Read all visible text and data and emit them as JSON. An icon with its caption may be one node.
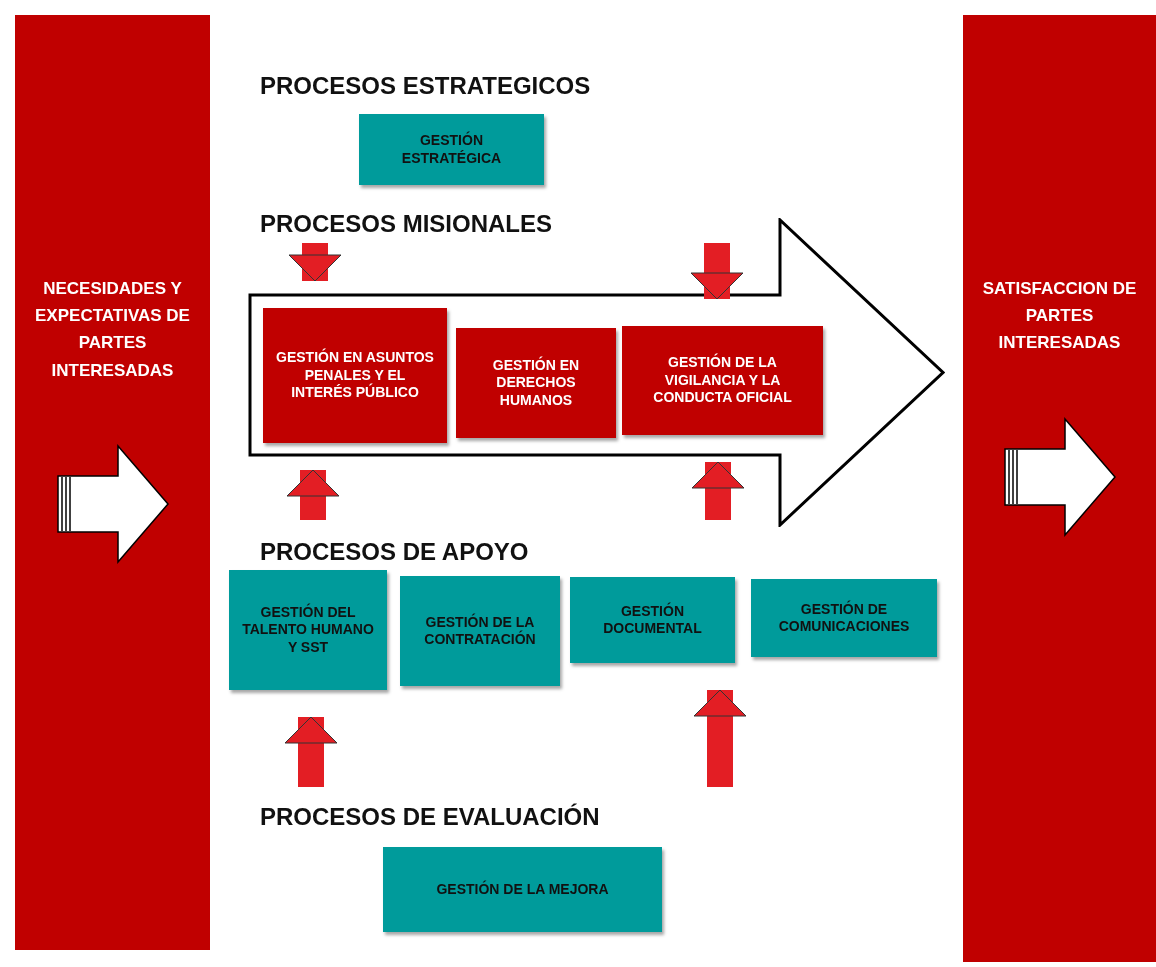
{
  "diagram": {
    "nodes": [
      {
        "text": [
          "NECESIDADES Y EXPECTATIVAS DE PARTES INTERESADAS"
        ]
      },
      {
        "text": [
          "GESTIÓN ESTRATÉGICA"
        ]
      },
      {
        "text": [],
        "shape": "arrow"
      },
      {
        "text": [
          "GESTIÓN EN ASUNTOS PENALES Y EL INTERÉS PÚBLICO"
        ],
        "in": 2
      },
      {
        "text": [
          "GESTIÓN EN DERECHOS HUMANOS"
        ],
        "in": 2
      },
      {
        "text": [
          "GESTIÓN DE LA VIGILANCIA Y LA CONDUCTA OFICIAL"
        ],
        "in": 2
      },
      {
        "text": [
          "GESTIÓN DEL TALENTO HUMANO Y SST"
        ]
      },
      {
        "text": [
          "GESTIÓN DE LA CONTRATACIÓN"
        ]
      },
      {
        "text": [
          "GESTIÓN DOCUMENTAL"
        ]
      },
      {
        "text": [
          "GESTIÓN DE COMUNICACIONES"
        ]
      },
      {
        "text": [
          "GESTIÓN DE LA MEJORA"
        ]
      },
      {
        "text": [
          "SATISFACCION DE PARTES INTERESADAS"
        ]
      }
    ],
    "edges": [
      {
        "from": null,
        "to": 3,
        "arrow": "to"
      },
      {
        "from": null,
        "to": 5,
        "arrow": "to"
      },
      {
        "from": null,
        "to": 3,
        "arrow": "to"
      },
      {
        "from": null,
        "to": 5,
        "arrow": "to"
      },
      {
        "from": null,
        "to": 6,
        "arrow": "to"
      },
      {
        "from": null,
        "to": 8,
        "arrow": "to"
      }
    ],
    "labels": [
      "PROCESOS ESTRATEGICOS",
      "PROCESOS MISIONALES",
      "PROCESOS DE APOYO",
      "PROCESOS DE EVALUACIÓN"
    ]
  }
}
